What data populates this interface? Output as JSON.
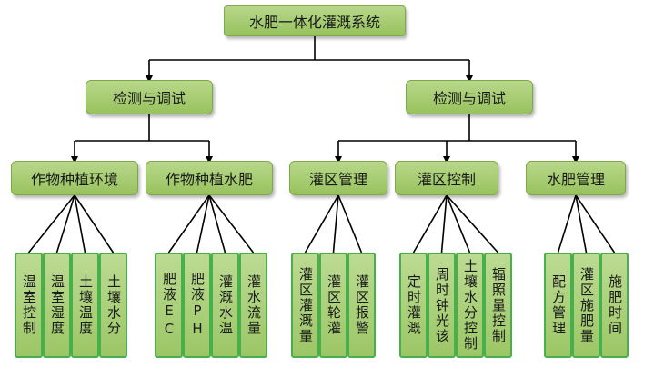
{
  "root": {
    "label": "水肥一体化灌溉系统"
  },
  "branches": [
    {
      "label": "检测与调试",
      "groups": [
        {
          "label": "作物种植环境",
          "leaves": [
            "温室控制",
            "温室湿度",
            "土壤温度",
            "土壤水分"
          ]
        },
        {
          "label": "作物种植水肥",
          "leaves": [
            "肥液EC",
            "肥液PH",
            "灌溉水温",
            "灌水流量"
          ]
        }
      ]
    },
    {
      "label": "检测与调试",
      "groups": [
        {
          "label": "灌区管理",
          "leaves": [
            "灌区灌溉量",
            "灌区轮灌",
            "灌区报警"
          ]
        },
        {
          "label": "灌区控制",
          "leaves": [
            "定时灌溉",
            "周时钟光该",
            "土壤水分控制",
            "辐照量控制"
          ]
        },
        {
          "label": "水肥管理",
          "leaves": [
            "配方管理",
            "灌区施肥量",
            "施肥时间"
          ]
        }
      ]
    }
  ],
  "colors": {
    "box_fill": "#a8cd74",
    "box_border": "#7fa84a",
    "leaf_border": "#48b04a",
    "line": "#000000"
  }
}
